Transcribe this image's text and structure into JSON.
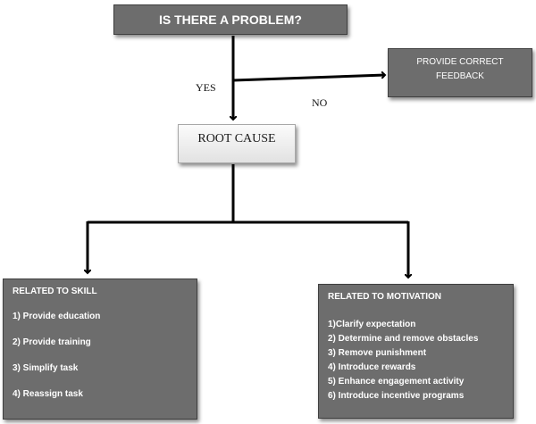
{
  "title_box": {
    "text": "IS THERE A PROBLEM?"
  },
  "edge_labels": {
    "yes": "YES",
    "no": "NO"
  },
  "feedback_box": {
    "line1": "PROVIDE CORRECT",
    "line2": "FEEDBACK"
  },
  "root_cause": {
    "text": "ROOT CAUSE"
  },
  "skill": {
    "heading": "RELATED TO SKILL",
    "items": [
      "1) Provide education",
      "2) Provide training",
      "3) Simplify task",
      "4) Reassign task"
    ]
  },
  "motivation": {
    "heading": "RELATED TO MOTIVATION",
    "items": [
      "1)Clarify expectation",
      "2) Determine and remove obstacles",
      "3) Remove punishment",
      "4) Introduce rewards",
      "5) Enhance engagement activity",
      "6) Introduce incentive programs"
    ]
  },
  "colors": {
    "box_fill": "#6d6d6d",
    "connector": "#000000",
    "root_fill": "#efefef"
  }
}
